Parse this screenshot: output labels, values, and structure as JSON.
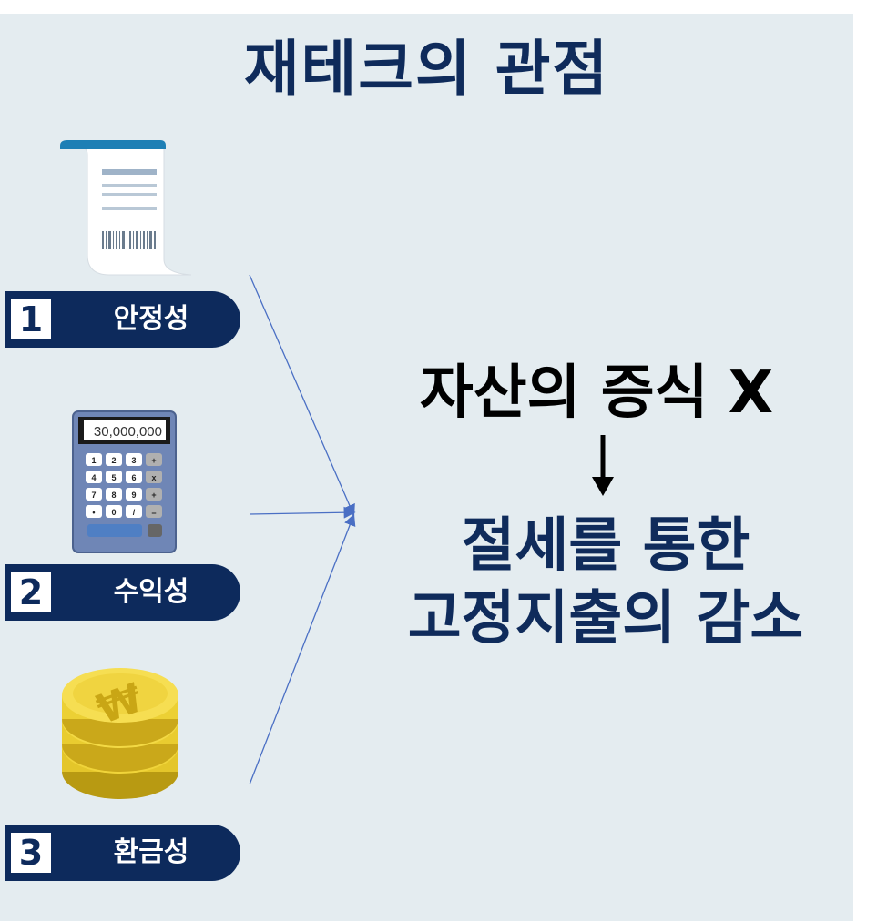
{
  "title": "재테크의 관점",
  "items": [
    {
      "number": "1",
      "label": "안정성",
      "icon": "receipt-icon"
    },
    {
      "number": "2",
      "label": "수익성",
      "icon": "calculator-icon"
    },
    {
      "number": "3",
      "label": "환금성",
      "icon": "coins-icon"
    }
  ],
  "calculator_display": "30,000,000",
  "calculator_keys": [
    "1",
    "2",
    "3",
    "+",
    "4",
    "5",
    "6",
    "x",
    "7",
    "8",
    "9",
    "+",
    "•",
    "0",
    "/",
    "="
  ],
  "coin_symbol": "₩",
  "result": {
    "top": "자산의 증식 X",
    "bottom_line1": "절세를 통한",
    "bottom_line2": "고정지출의 감소"
  },
  "colors": {
    "navy": "#0d2a5c",
    "panel": "#e4ecf0",
    "arrow": "#4a6fc4"
  }
}
